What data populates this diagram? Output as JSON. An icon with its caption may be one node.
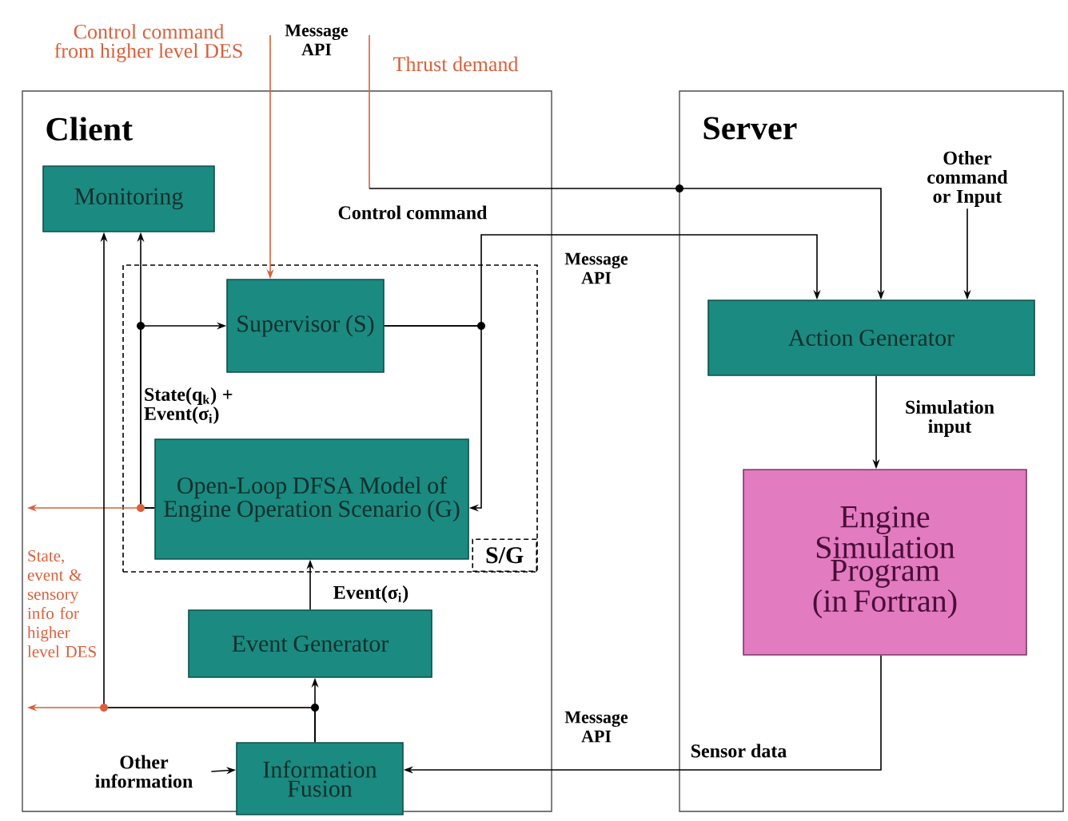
{
  "diagram": {
    "nodes": [
      {
        "text": [
          "Client"
        ]
      },
      {
        "text": [
          "Server"
        ]
      },
      {
        "text": [
          "S/G"
        ],
        "in": 0
      },
      {
        "text": [
          "Monitoring"
        ],
        "in": 0
      },
      {
        "text": [
          "Supervisor (S)"
        ],
        "in": 2
      },
      {
        "text": [
          "Open-Loop DFSA Model of Engine Operation Scenario (G)"
        ],
        "in": 2
      },
      {
        "text": [
          "Event Generator"
        ],
        "in": 0
      },
      {
        "text": [
          "Information Fusion"
        ],
        "in": 0
      },
      {
        "text": [
          "Action Generator"
        ],
        "in": 1
      },
      {
        "text": [
          "Engine Simulation Program (in Fortran)"
        ],
        "in": 1
      },
      {
        "text": [
          "Other command or Input"
        ],
        "in": 1
      },
      {
        "text": [
          "Other information"
        ],
        "in": 0
      }
    ],
    "edges": [
      {
        "from": null,
        "to": 4,
        "arrow": "to",
        "color": "#d9603b"
      },
      {
        "from": null,
        "to": 8,
        "arrow": "to"
      },
      {
        "from": 4,
        "to": 8,
        "arrow": "to",
        "label": "Control command"
      },
      {
        "from": 4,
        "to": 5,
        "arrow": "to"
      },
      {
        "from": 10,
        "to": 8,
        "arrow": "to"
      },
      {
        "from": 8,
        "to": 9,
        "arrow": "to",
        "label": "Simulation input"
      },
      {
        "from": 9,
        "to": 7,
        "arrow": "to",
        "label": "Sensor data"
      },
      {
        "from": 11,
        "to": 7,
        "arrow": "to"
      },
      {
        "from": 7,
        "to": 6,
        "arrow": "to"
      },
      {
        "from": 7,
        "to": 3,
        "arrow": "to"
      },
      {
        "from": 7,
        "to": null,
        "arrow": "to",
        "color": "#d9603b"
      },
      {
        "from": 6,
        "to": 5,
        "arrow": "to",
        "label": "Event(σ$_{i}$)"
      },
      {
        "from": 5,
        "to": 3,
        "arrow": "to"
      },
      {
        "from": 5,
        "to": 4,
        "arrow": "to",
        "label": "State(q$_{k}$) + Event(σ$_{i}$)"
      },
      {
        "from": 5,
        "to": null,
        "arrow": "to",
        "color": "#d9603b"
      }
    ],
    "labels": [
      "Control command from higher level DES",
      "Message API",
      "Thrust demand",
      "Message API",
      "State, event & sensory info for higher level DES",
      "Message API"
    ]
  }
}
